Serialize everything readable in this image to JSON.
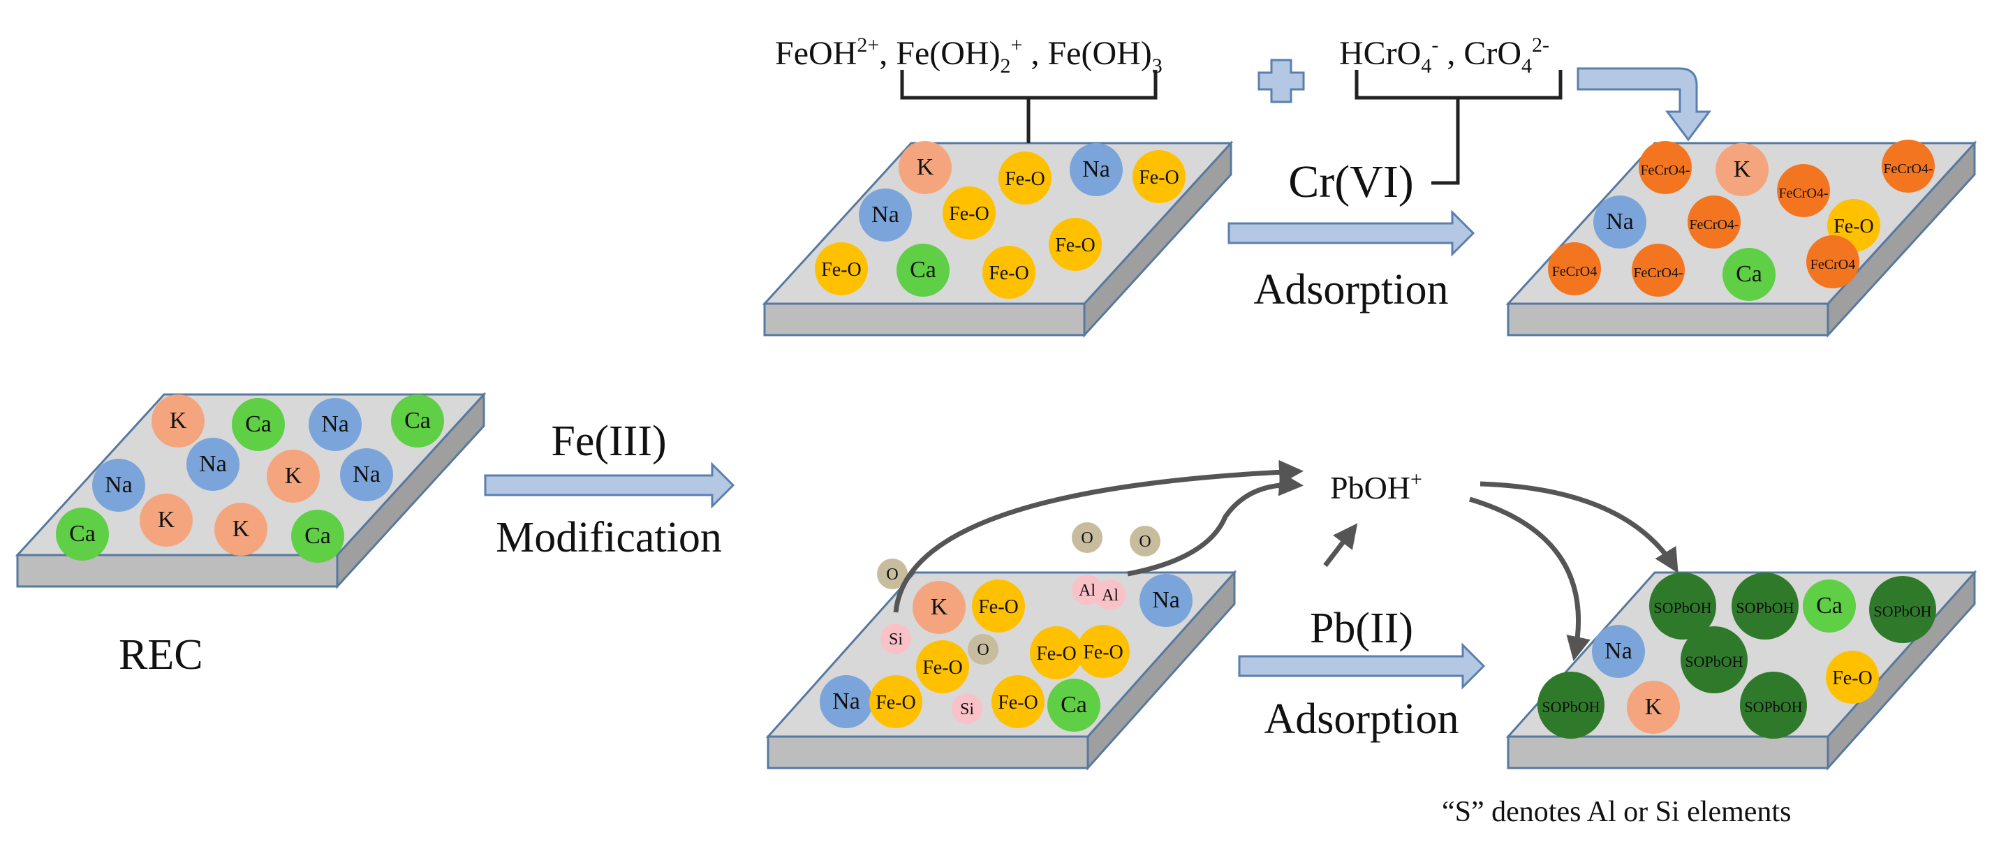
{
  "labels": {
    "rec": "REC",
    "fe_reagent": "Fe(III)",
    "fe_process": "Modification",
    "cr_reagent": "Cr(VI)",
    "cr_process": "Adsorption",
    "pb_reagent": "Pb(II)",
    "pb_process": "Adsorption",
    "pboh": "PbOH",
    "pboh_charge": "+",
    "footnote": "“S” denotes Al or Si elements"
  },
  "species": {
    "fe_feoh": "FeOH",
    "fe_feoh_sup": "2+",
    "fe_comma1": ", ",
    "fe_feoh2": "Fe(OH)",
    "fe_feoh2_sub": "2",
    "fe_feoh2_sup": "+",
    "fe_comma2": " , ",
    "fe_feoh3": "Fe(OH)",
    "fe_feoh3_sub": "3",
    "cr_hcro4": "HCrO",
    "cr_hcro4_sub": "4",
    "cr_hcro4_sup": "-",
    "cr_comma": " , ",
    "cr_cro4": "CrO",
    "cr_cro4_sub": "4",
    "cr_cro4_sup": "2-"
  },
  "colors": {
    "k": "#f4a57d",
    "na": "#7ba5da",
    "ca": "#5fcf45",
    "fe_o": "#ffc000",
    "fecro4": "#f47520",
    "sopboh": "#2f7a2a",
    "o_atom": "#c7bd9e",
    "al_si": "#f8c2c8",
    "arrow_fill": "#b4c8e4",
    "arrow_stroke": "#5a7fae",
    "plate_top": "#d8d8d8",
    "curve_arrow": "#555555"
  },
  "plates": {
    "rec": {
      "atoms": [
        {
          "label": "K",
          "kind": "k"
        },
        {
          "label": "Ca",
          "kind": "ca"
        },
        {
          "label": "Na",
          "kind": "na"
        },
        {
          "label": "Ca",
          "kind": "ca"
        },
        {
          "label": "Na",
          "kind": "na"
        },
        {
          "label": "Na",
          "kind": "na"
        },
        {
          "label": "K",
          "kind": "k"
        },
        {
          "label": "Na",
          "kind": "na"
        },
        {
          "label": "Ca",
          "kind": "ca"
        },
        {
          "label": "K",
          "kind": "k"
        },
        {
          "label": "K",
          "kind": "k"
        },
        {
          "label": "Ca",
          "kind": "ca"
        }
      ]
    },
    "fe_modified": {
      "atoms": [
        {
          "label": "K",
          "kind": "k"
        },
        {
          "label": "Fe-O",
          "kind": "fe_o"
        },
        {
          "label": "Na",
          "kind": "na"
        },
        {
          "label": "Fe-O",
          "kind": "fe_o"
        },
        {
          "label": "Na",
          "kind": "na"
        },
        {
          "label": "Fe-O",
          "kind": "fe_o"
        },
        {
          "label": "Fe-O",
          "kind": "fe_o"
        },
        {
          "label": "Fe-O",
          "kind": "fe_o"
        },
        {
          "label": "Ca",
          "kind": "ca"
        },
        {
          "label": "Fe-O",
          "kind": "fe_o"
        }
      ]
    },
    "cr_adsorbed": {
      "atoms": [
        {
          "label": "FeCrO4-",
          "kind": "fecro4"
        },
        {
          "label": "K",
          "kind": "k"
        },
        {
          "label": "FeCrO4-",
          "kind": "fecro4"
        },
        {
          "label": "FeCrO4-",
          "kind": "fecro4"
        },
        {
          "label": "Na",
          "kind": "na"
        },
        {
          "label": "FeCrO4-",
          "kind": "fecro4"
        },
        {
          "label": "Fe-O",
          "kind": "fe_o"
        },
        {
          "label": "FeCrO4",
          "kind": "fecro4"
        },
        {
          "label": "FeCrO4-",
          "kind": "fecro4"
        },
        {
          "label": "Ca",
          "kind": "ca"
        },
        {
          "label": "FeCrO4",
          "kind": "fecro4"
        }
      ]
    },
    "pb_precursor": {
      "atoms": [
        {
          "label": "O",
          "kind": "o_atom"
        },
        {
          "label": "Si",
          "kind": "al_si"
        },
        {
          "label": "K",
          "kind": "k"
        },
        {
          "label": "Fe-O",
          "kind": "fe_o"
        },
        {
          "label": "O",
          "kind": "o_atom"
        },
        {
          "label": "Al",
          "kind": "al_si"
        },
        {
          "label": "O",
          "kind": "o_atom"
        },
        {
          "label": "Al",
          "kind": "al_si"
        },
        {
          "label": "Na",
          "kind": "na"
        },
        {
          "label": "Fe-O",
          "kind": "fe_o"
        },
        {
          "label": "Fe-O",
          "kind": "fe_o"
        },
        {
          "label": "Fe-O",
          "kind": "fe_o"
        },
        {
          "label": "O",
          "kind": "o_atom"
        },
        {
          "label": "Si",
          "kind": "al_si"
        },
        {
          "label": "Na",
          "kind": "na"
        },
        {
          "label": "Fe-O",
          "kind": "fe_o"
        },
        {
          "label": "Fe-O",
          "kind": "fe_o"
        },
        {
          "label": "Ca",
          "kind": "ca"
        }
      ]
    },
    "pb_adsorbed": {
      "atoms": [
        {
          "label": "SOPbOH",
          "kind": "sopboh"
        },
        {
          "label": "SOPbOH",
          "kind": "sopboh"
        },
        {
          "label": "Ca",
          "kind": "ca"
        },
        {
          "label": "SOPbOH",
          "kind": "sopboh"
        },
        {
          "label": "Na",
          "kind": "na"
        },
        {
          "label": "SOPbOH",
          "kind": "sopboh"
        },
        {
          "label": "Fe-O",
          "kind": "fe_o"
        },
        {
          "label": "SOPbOH",
          "kind": "sopboh"
        },
        {
          "label": "K",
          "kind": "k"
        },
        {
          "label": "SOPbOH",
          "kind": "sopboh"
        }
      ]
    }
  }
}
